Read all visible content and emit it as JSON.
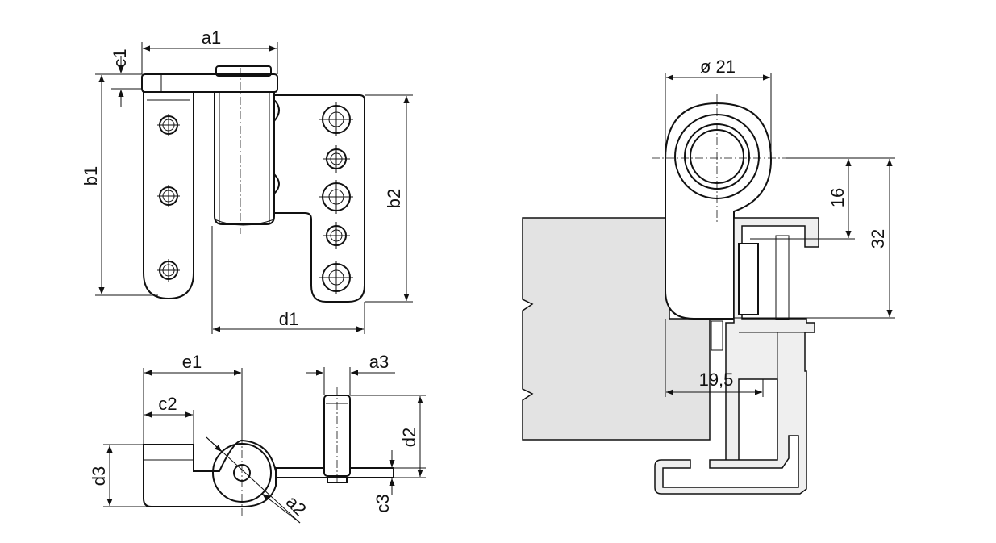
{
  "labels": {
    "a1": "a1",
    "c1": "c1",
    "b1": "b1",
    "b2": "b2",
    "d1": "d1",
    "e1": "e1",
    "c2": "c2",
    "a3": "a3",
    "d2": "d2",
    "d3": "d3",
    "a2": "a2",
    "c3": "c3",
    "dia21": "ø 21",
    "n16": "16",
    "n32": "32",
    "n195": "19,5"
  },
  "colors": {
    "line": "#111111",
    "door_fill": "#e3e3e3",
    "profile_fill": "#efefef",
    "background": "#ffffff"
  }
}
